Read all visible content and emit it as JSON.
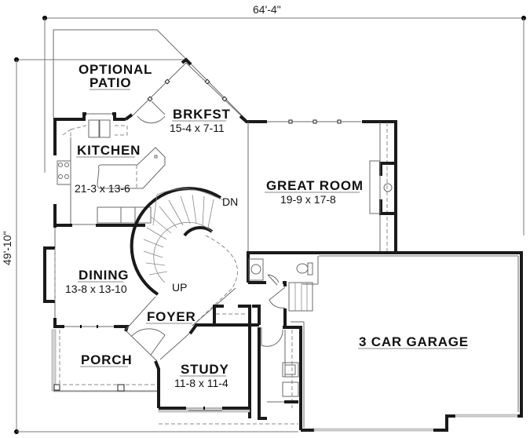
{
  "plan": {
    "overall_width": "64'-4\"",
    "overall_depth": "49'-10\"",
    "rooms": [
      {
        "id": "optional-patio",
        "name_line1": "OPTIONAL",
        "name_line2": "PATIO",
        "size": ""
      },
      {
        "id": "brkfst",
        "name": "BRKFST",
        "size": "15-4 x 7-11"
      },
      {
        "id": "kitchen",
        "name": "KITCHEN",
        "size": "21-3 x 13-6"
      },
      {
        "id": "great-room",
        "name": "GREAT ROOM",
        "size": "19-9 x 17-8"
      },
      {
        "id": "dining",
        "name": "DINING",
        "size": "13-8 x 13-10"
      },
      {
        "id": "foyer",
        "name": "FOYER",
        "size": ""
      },
      {
        "id": "porch",
        "name": "PORCH",
        "size": ""
      },
      {
        "id": "study",
        "name": "STUDY",
        "size": "11-8 x 11-4"
      },
      {
        "id": "garage",
        "name": "3 CAR GARAGE",
        "size": ""
      }
    ],
    "stair_labels": {
      "down": "DN",
      "up": "UP"
    }
  }
}
